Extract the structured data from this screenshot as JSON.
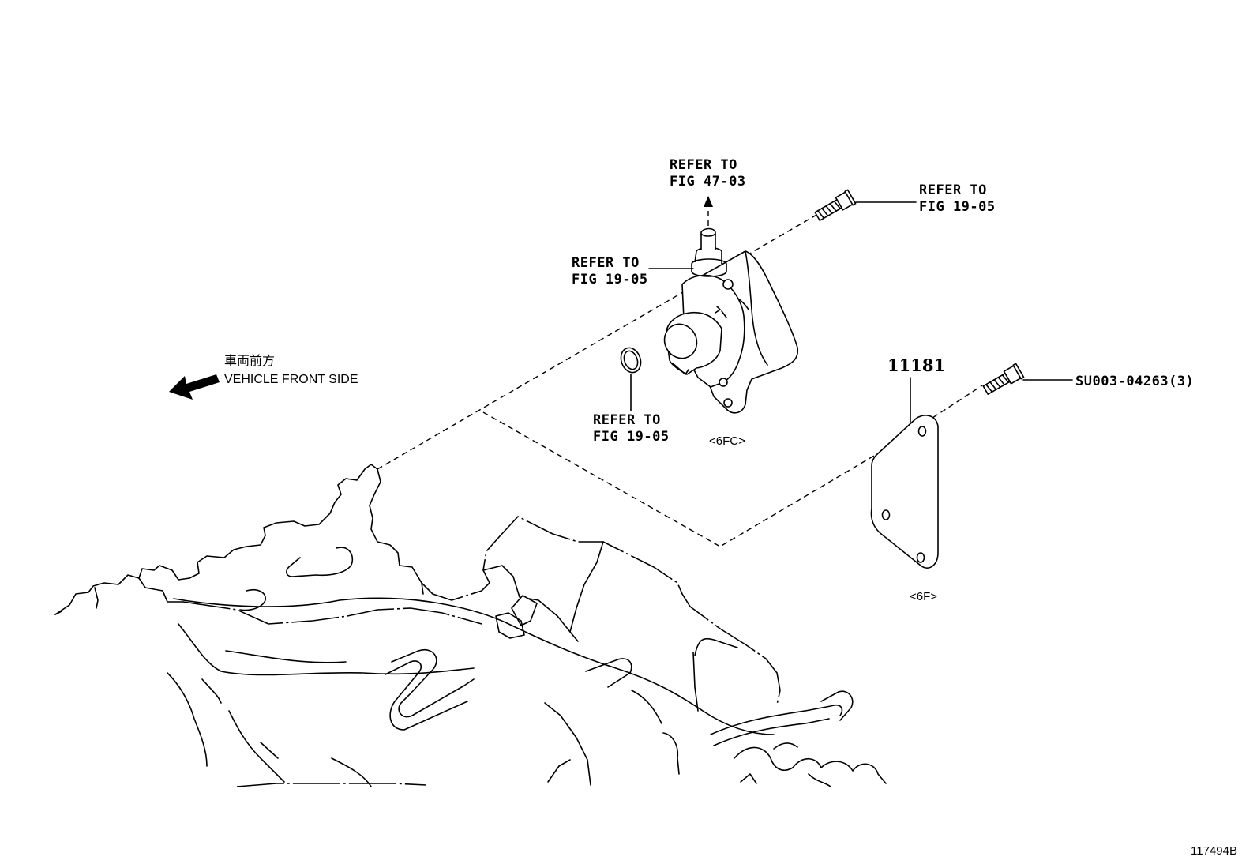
{
  "diagram": {
    "labels": {
      "refer_top_line1": "REFER TO",
      "refer_top_line2": "FIG 47-03",
      "refer_bolt_line1": "REFER TO",
      "refer_bolt_line2": "FIG 19-05",
      "refer_left_line1": "REFER TO",
      "refer_left_line2": "FIG 19-05",
      "refer_oring_line1": "REFER TO",
      "refer_oring_line2": "FIG 19-05",
      "front_side_jp": "車両前方",
      "front_side_en": "VEHICLE FRONT SIDE",
      "part_number": "11181",
      "pump_code": "<6FC>",
      "plate_code": "<6F>",
      "bolt_code": "SU003-04263(3)",
      "figure_id": "117494B"
    },
    "icons": {
      "front_arrow": "arrow-left-icon",
      "pump": "vacuum-pump-icon",
      "bolt_upper": "bolt-icon",
      "bolt_right": "bolt-icon",
      "oring": "o-ring-icon",
      "plate": "cover-plate-icon",
      "engine": "engine-block-icon"
    }
  }
}
